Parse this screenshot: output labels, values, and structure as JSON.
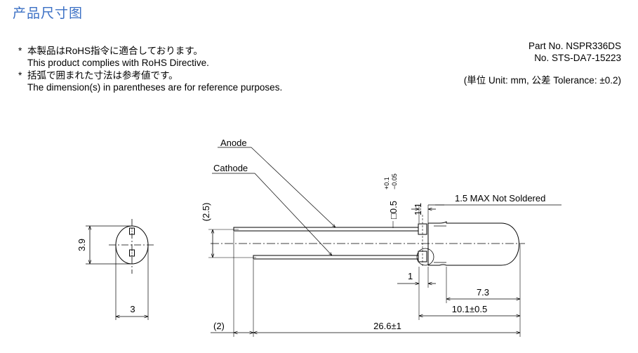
{
  "header": {
    "title": "产品尺寸图"
  },
  "notes": [
    {
      "bullet": "*",
      "jp": "本製品はRoHS指令に適合しております。",
      "en": "This product complies with RoHS Directive."
    },
    {
      "bullet": "*",
      "jp": "括弧で囲まれた寸法は参考値です。",
      "en": "The dimension(s) in parentheses are for reference purposes."
    }
  ],
  "part_info": {
    "part_no": "Part No. NSPR336DS",
    "doc_no": "No. STS-DA7-15223",
    "units": "(単位 Unit: mm,  公差 Tolerance: ±0.2)"
  },
  "labels": {
    "anode": "Anode",
    "cathode": "Cathode",
    "not_soldered": "1.5 MAX Not Soldered",
    "lead_square": "□0.5",
    "lead_tol_plus": "+0.1",
    "lead_tol_minus": "−0.05"
  },
  "dimensions": {
    "body_height": "3.9",
    "body_width": "3",
    "lead_pitch_ref": "(2.5)",
    "lead_gap": "1.1",
    "stopper": "1",
    "lens_length": "7.3",
    "body_length": "10.1±0.5",
    "ref_2": "(2)",
    "lead_length": "26.6±1"
  }
}
